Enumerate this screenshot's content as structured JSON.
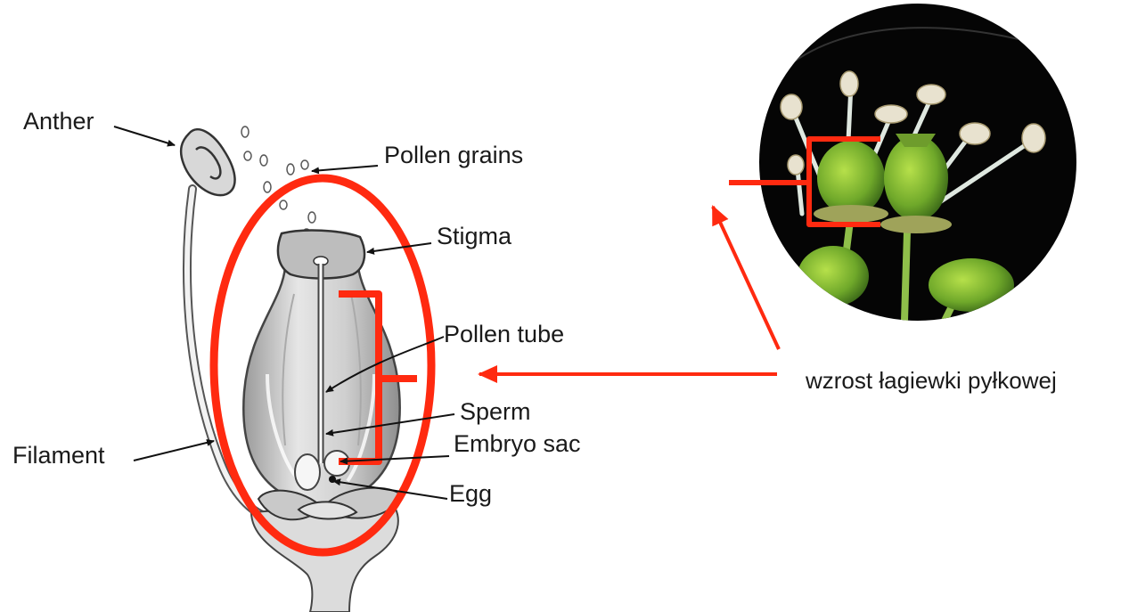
{
  "labels": {
    "anther": "Anther",
    "pollen_grains": "Pollen grains",
    "stigma": "Stigma",
    "pollen_tube": "Pollen tube",
    "sperm": "Sperm",
    "embryo_sac": "Embryo sac",
    "egg": "Egg",
    "filament": "Filament"
  },
  "caption": "wzrost łagiewki pyłkowej",
  "colors": {
    "highlight": "#ff2a10",
    "pistil": "#d6d6d6",
    "photo_background": "#050505",
    "ovary_green": "#7fb82a"
  }
}
